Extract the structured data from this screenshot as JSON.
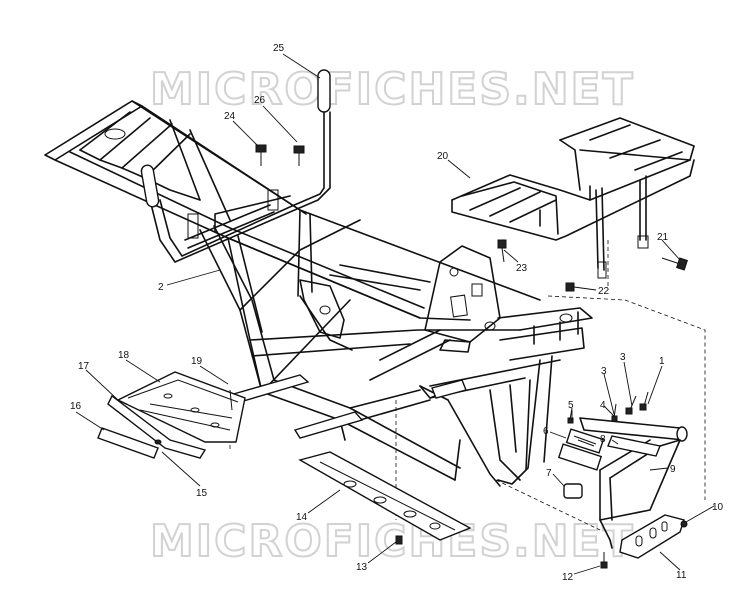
{
  "watermark": {
    "text": "MICROFICHES.NET"
  },
  "callouts": [
    {
      "id": "c25",
      "label": "25"
    },
    {
      "id": "c26",
      "label": "26"
    },
    {
      "id": "c24",
      "label": "24"
    },
    {
      "id": "c20",
      "label": "20"
    },
    {
      "id": "c23",
      "label": "23"
    },
    {
      "id": "c21",
      "label": "21"
    },
    {
      "id": "c22",
      "label": "22"
    },
    {
      "id": "c2",
      "label": "2"
    },
    {
      "id": "c18",
      "label": "18"
    },
    {
      "id": "c17",
      "label": "17"
    },
    {
      "id": "c19",
      "label": "19"
    },
    {
      "id": "c16",
      "label": "16"
    },
    {
      "id": "c15",
      "label": "15"
    },
    {
      "id": "c14",
      "label": "14"
    },
    {
      "id": "c13",
      "label": "13"
    },
    {
      "id": "c1",
      "label": "1"
    },
    {
      "id": "c3a",
      "label": "3"
    },
    {
      "id": "c3b",
      "label": "3"
    },
    {
      "id": "c4",
      "label": "4"
    },
    {
      "id": "c5",
      "label": "5"
    },
    {
      "id": "c6",
      "label": "6"
    },
    {
      "id": "c8",
      "label": "8"
    },
    {
      "id": "c7",
      "label": "7"
    },
    {
      "id": "c9",
      "label": "9"
    },
    {
      "id": "c10",
      "label": "10"
    },
    {
      "id": "c11",
      "label": "11"
    },
    {
      "id": "c12",
      "label": "12"
    }
  ]
}
